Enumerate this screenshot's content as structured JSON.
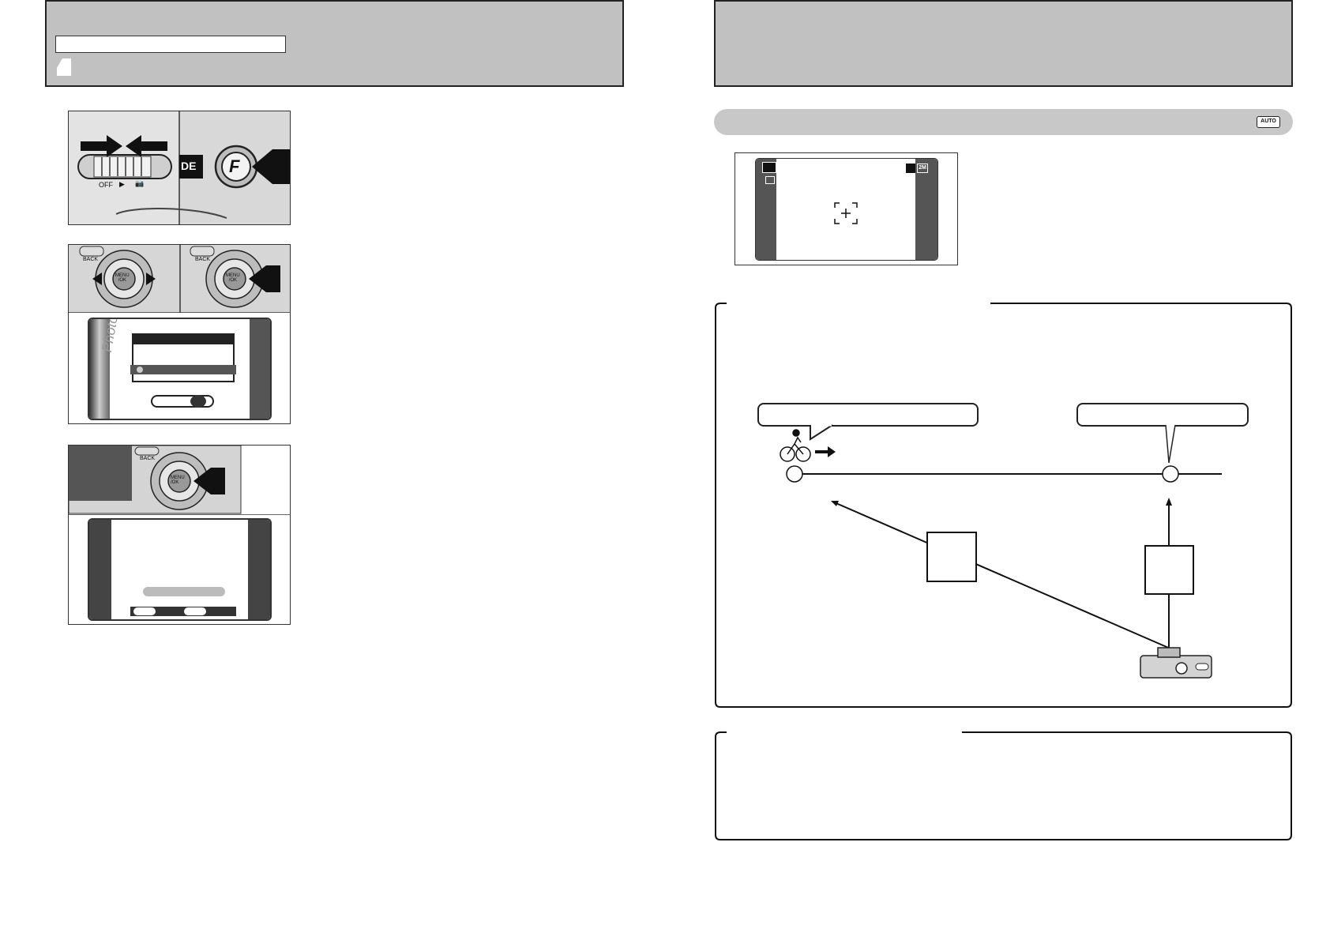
{
  "left_header": {
    "field_value": ""
  },
  "step1": {
    "switch_labels": [
      "OFF",
      "▶",
      "📷"
    ],
    "side_label": "DE",
    "f_button": "F"
  },
  "step2": {
    "back_label": "BACK",
    "menu_label": "MENU\n/OK",
    "lcd_watermark": "Photomode"
  },
  "step3": {
    "back_label": "BACK",
    "menu_label": "MENU\n/OK"
  },
  "right_header": {},
  "mode_bar": {
    "icon_label": "AUTO"
  },
  "lcd_preview": {
    "size_badge": "2M"
  },
  "colors": {
    "header_gray": "#c1c1c1",
    "bar_gray": "#c8c8c8",
    "ink": "#111111"
  }
}
